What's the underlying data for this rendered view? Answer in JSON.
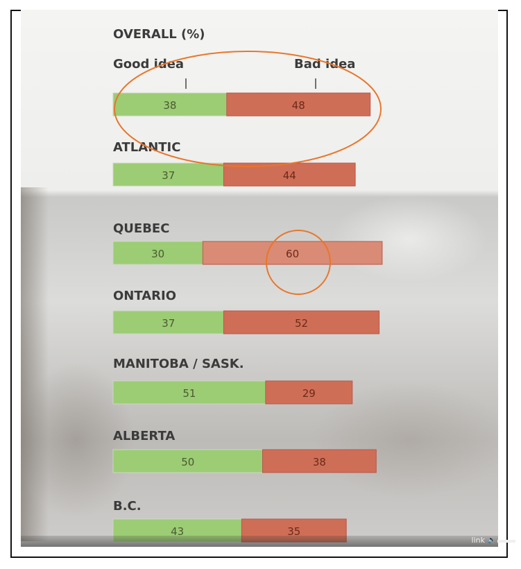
{
  "chart_data": {
    "type": "bar",
    "orientation": "horizontal-stacked",
    "title": "OVERALL (%)",
    "legend": [
      "Good idea",
      "Bad idea"
    ],
    "legend_labels_displayed": [
      "Good idea",
      "Bad idea"
    ],
    "colors": {
      "good": "#9ccc74",
      "bad": "#cf6e56",
      "bad_light": "#d98b75",
      "header": "#3b3b3b"
    },
    "rows": [
      {
        "region": "OVERALL (%)",
        "good": 38,
        "bad": 48
      },
      {
        "region": "ATLANTIC",
        "good": 37,
        "bad": 44
      },
      {
        "region": "QUEBEC",
        "good": 30,
        "bad": 60
      },
      {
        "region": "ONTARIO",
        "good": 37,
        "bad": 52
      },
      {
        "region": "MANITOBA / SASK.",
        "good": 51,
        "bad": 29
      },
      {
        "region": "ALBERTA",
        "good": 50,
        "bad": 38
      },
      {
        "region": "B.C.",
        "good": 43,
        "bad": 35
      }
    ],
    "annotations": [
      {
        "type": "ellipse",
        "target": "OVERALL (%)",
        "color": "#e8762b"
      },
      {
        "type": "circle",
        "target": "QUEBEC bad 60",
        "color": "#e8762b"
      }
    ]
  },
  "video_controls": {
    "link_label": "link",
    "volume_icon": "speaker-icon"
  }
}
